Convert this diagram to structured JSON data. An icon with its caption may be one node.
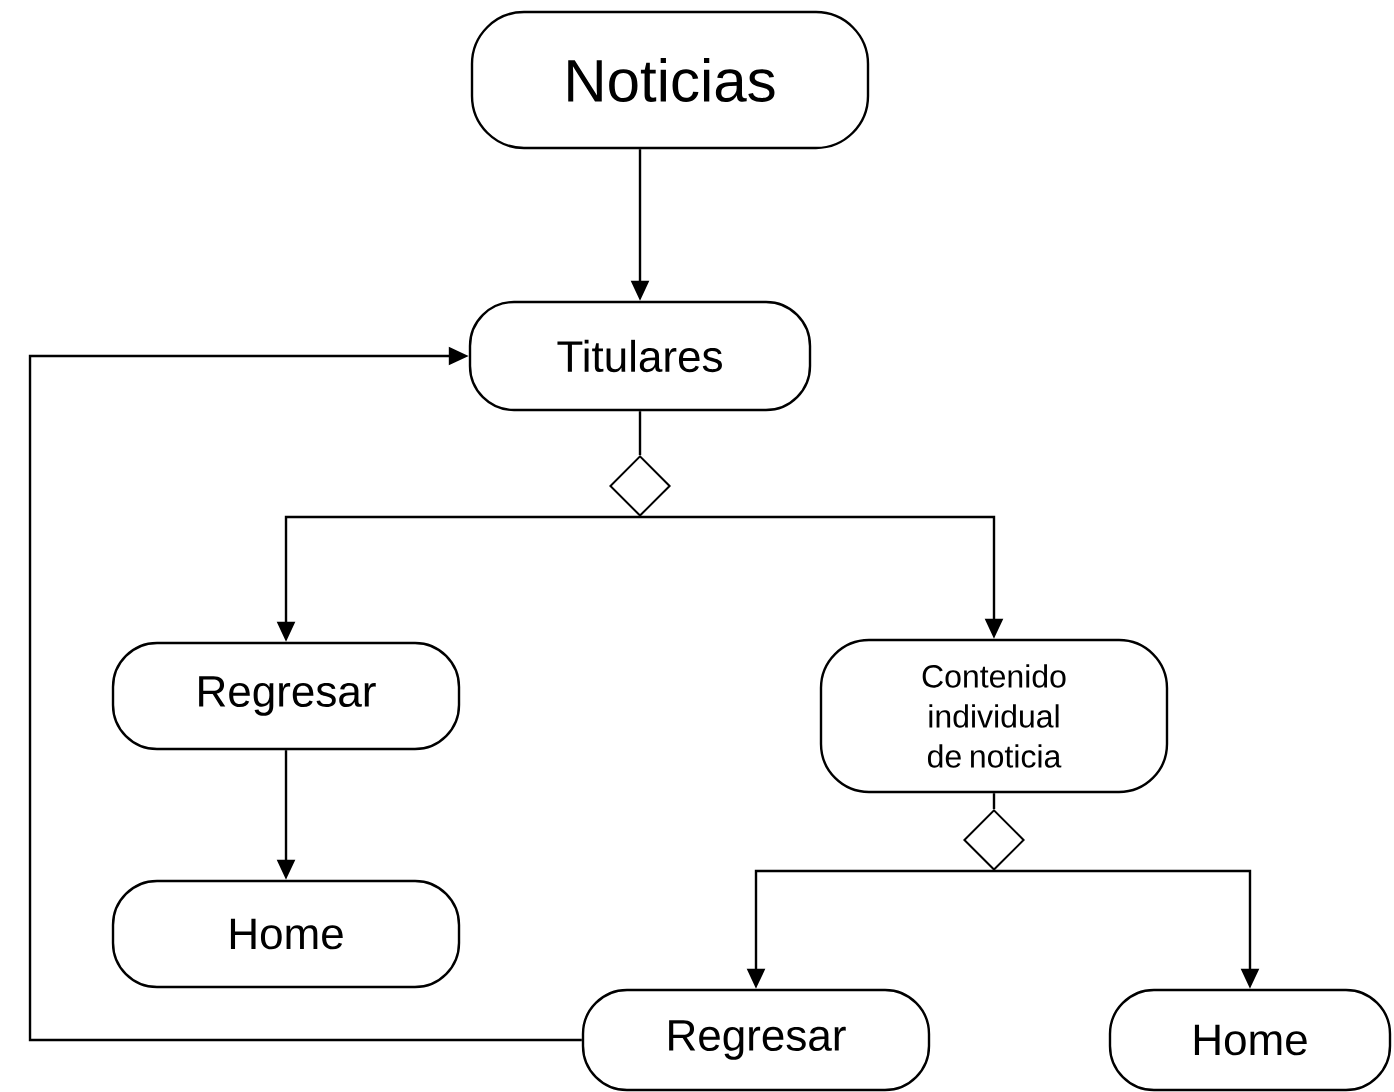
{
  "diagram": {
    "nodes": [
      {
        "text": [
          "Noticias"
        ]
      },
      {
        "text": [
          "Titulares"
        ]
      },
      {
        "text": [],
        "shape": "diamond"
      },
      {
        "text": [
          "Regresar"
        ]
      },
      {
        "text": [
          "Contenido individual de noticia"
        ]
      },
      {
        "text": [],
        "shape": "diamond"
      },
      {
        "text": [
          "Home"
        ]
      },
      {
        "text": [
          "Regresar"
        ]
      },
      {
        "text": [
          "Home"
        ]
      }
    ],
    "edges": [
      {
        "from": 0,
        "to": 1,
        "arrow": "to"
      },
      {
        "from": 1,
        "to": 2,
        "arrow": "none"
      },
      {
        "from": 2,
        "to": 3,
        "arrow": "to"
      },
      {
        "from": 2,
        "to": 4,
        "arrow": "to"
      },
      {
        "from": 3,
        "to": 6,
        "arrow": "to"
      },
      {
        "from": 4,
        "to": 5,
        "arrow": "none"
      },
      {
        "from": 5,
        "to": 7,
        "arrow": "to"
      },
      {
        "from": 5,
        "to": 8,
        "arrow": "to"
      },
      {
        "from": 7,
        "to": 1,
        "arrow": "to"
      }
    ]
  }
}
